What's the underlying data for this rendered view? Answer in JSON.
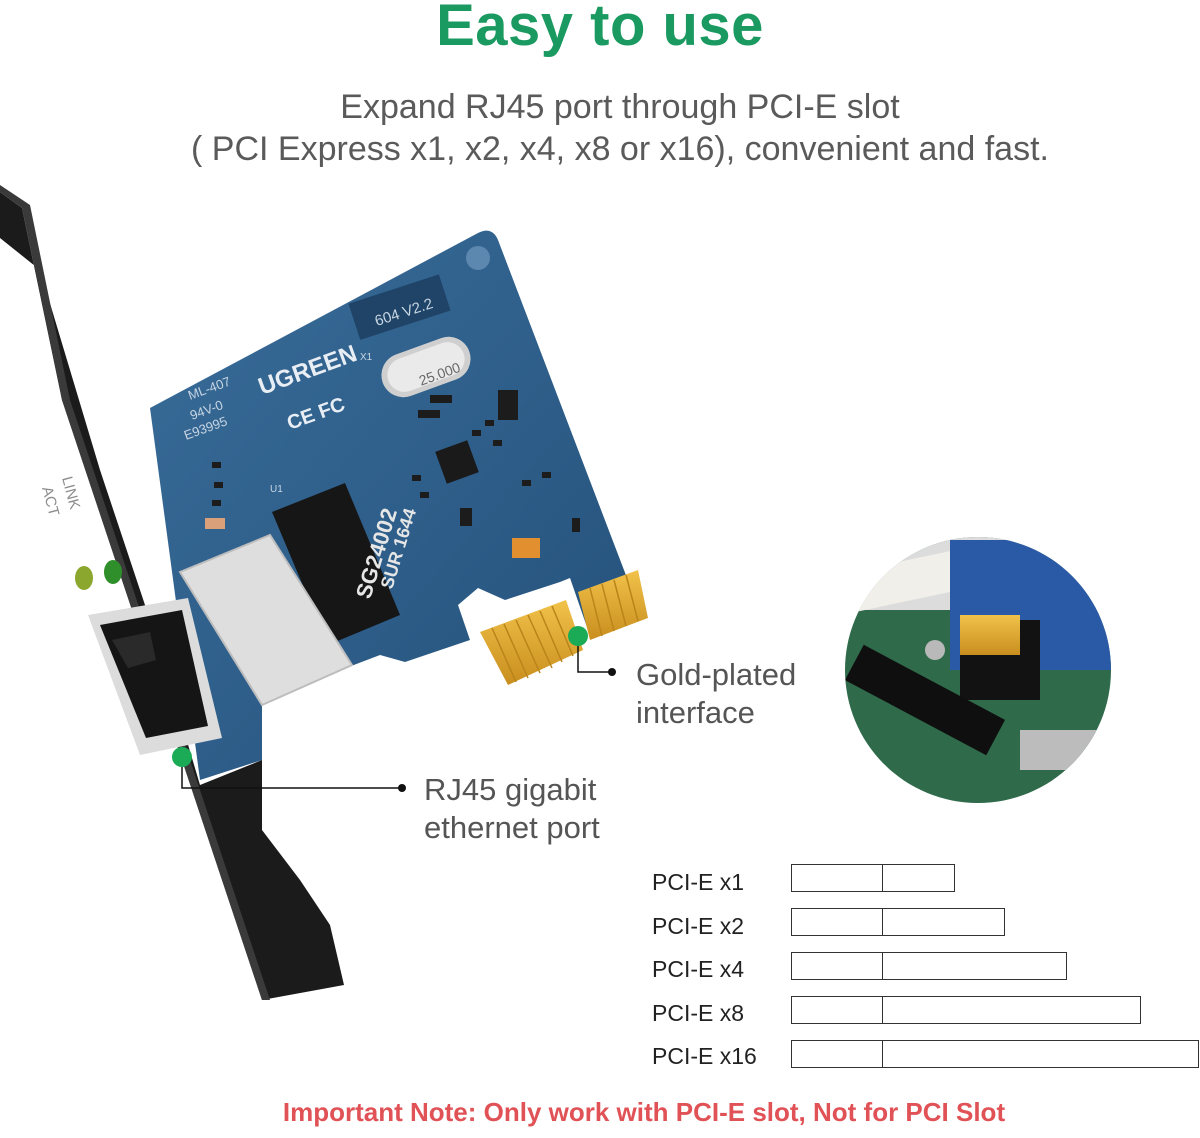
{
  "header": {
    "title": "Easy to use",
    "subtitle_line1": "Expand RJ45 port through PCI-E slot",
    "subtitle_line2": "( PCI Express x1, x2, x4, x8 or x16), convenient and fast."
  },
  "board": {
    "brand": "UGREEN",
    "version": "604  V2.2",
    "model_mark": "ML-407",
    "rating": "94V-0",
    "cert_code": "E93995",
    "crystal": "25.000",
    "crystal_ref": "X1",
    "chip_line1": "SG24002",
    "chip_line2": "SUR 1644",
    "chip_ref": "U1",
    "ce_fc": "CE FC",
    "bracket_label1": "LINK",
    "bracket_label2": "ACT"
  },
  "callouts": {
    "gold_line1": "Gold-plated",
    "gold_line2": "interface",
    "rj45_line1": "RJ45 gigabit",
    "rj45_line2": "ethernet port"
  },
  "slots": [
    {
      "label": "PCI-E x1"
    },
    {
      "label": "PCI-E x2"
    },
    {
      "label": "PCI-E x4"
    },
    {
      "label": "PCI-E x8"
    },
    {
      "label": "PCI-E x16"
    }
  ],
  "note": "Important Note: Only work with PCI-E slot, Not for PCI Slot",
  "colors": {
    "title": "#1a9960",
    "pcb_blue": "#2c5b86",
    "bracket": "#1b1b1b",
    "gold": "#e6b431",
    "marker_green": "#1bab56",
    "note_red": "#e05256"
  }
}
